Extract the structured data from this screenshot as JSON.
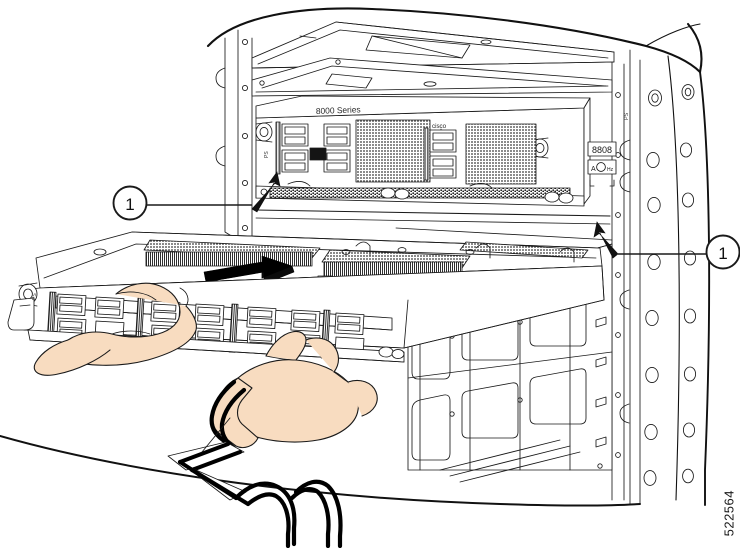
{
  "figure": {
    "kind": "technical-line-drawing",
    "subject": "Installing a line card into a Cisco 8808 chassis",
    "figure_id": "522564",
    "background_color": "#ffffff",
    "line_color": "#1a1a1a",
    "skin_color": "#f8dcc0",
    "arrow_color": "#000000",
    "sleeve_color": "#000000"
  },
  "chassis": {
    "product_family_label": "8000 Series",
    "brand_label": "cisco",
    "model_label": "8808",
    "installed_card_label": "",
    "slot_count_visible": 4,
    "rack_rail_hole_count": 12
  },
  "callouts": [
    {
      "id": "1",
      "label": "1",
      "position": "left",
      "points_to": "installed-line-card-upper-slot"
    },
    {
      "id": "1",
      "label": "1",
      "position": "right",
      "points_to": "card-guide-slot-rail"
    }
  ],
  "annotations": {
    "insertion_arrow": "insertion-direction-arrow",
    "break_line_top": "torn-edge-break-line-top",
    "break_line_bottom": "zigzag-break-line-sleeve"
  },
  "hands": [
    {
      "name": "upper-hand",
      "role": "supports-card-underside"
    },
    {
      "name": "lower-hand",
      "role": "grips-card-ejector-handle",
      "sleeve": "striped-cuff"
    }
  ]
}
